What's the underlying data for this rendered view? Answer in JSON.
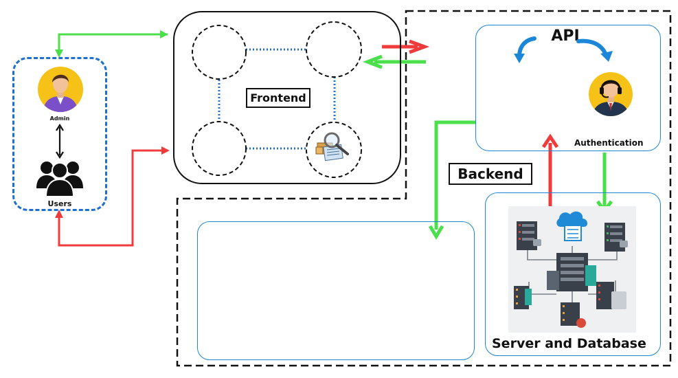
{
  "users_panel": {
    "admin_label": "Admin",
    "users_label": "Users"
  },
  "frontend": {
    "label": "Frontend"
  },
  "backend": {
    "label": "Backend"
  },
  "api": {
    "title": "API",
    "auth_label": "Authentication"
  },
  "server": {
    "label": "Server and Database"
  },
  "colors": {
    "green_arrow": "#4be04b",
    "red_arrow": "#ef3b3b",
    "blue_border": "#1d6fd0",
    "dashed_black": "#111111",
    "avatar_yellow": "#f6c218"
  }
}
